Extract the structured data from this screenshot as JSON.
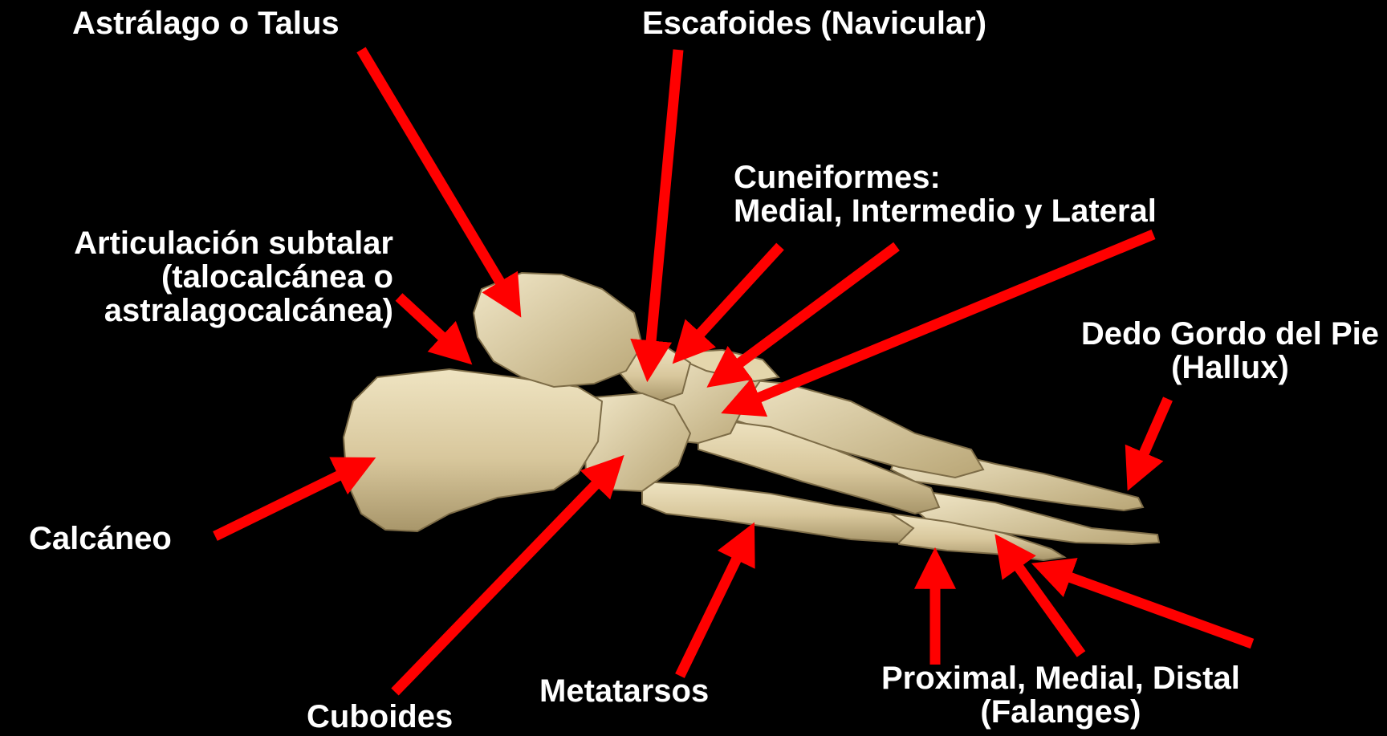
{
  "colors": {
    "background": "#000000",
    "arrow": "#ff0000",
    "label_text": "#ffffff",
    "bone_light": "#e8dcb6",
    "bone_mid": "#cfbf93",
    "bone_shadow": "#9c8a5e"
  },
  "labels": {
    "talus": "Astrálago o Talus",
    "navicular": "Escafoides (Navicular)",
    "cuneiform_title": "Cuneiformes:",
    "cuneiform_list": "Medial, Intermedio y Lateral",
    "subtalar_line1": "Articulación subtalar",
    "subtalar_line2": "(talocalcánea o",
    "subtalar_line3": "astralagocalcánea)",
    "hallux_line1": "Dedo Gordo del Pie",
    "hallux_line2": "(Hallux)",
    "calcaneus": "Calcáneo",
    "cuboid": "Cuboides",
    "metatarsals": "Metatarsos",
    "phalanges_line1": "Proximal, Medial, Distal",
    "phalanges_line2": "(Falanges)"
  }
}
